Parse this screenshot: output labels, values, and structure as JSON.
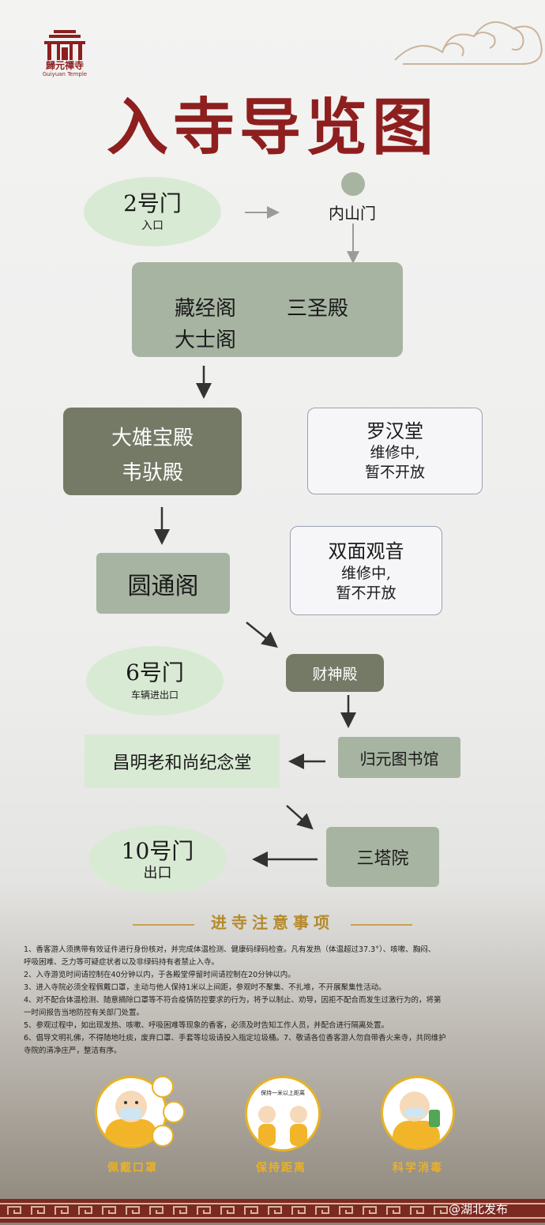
{
  "logo": {
    "cn": "歸元禪寺",
    "en": "Guiyuan Temple"
  },
  "title": "入寺导览图",
  "gates": {
    "gate2_main": "2号门",
    "gate2_sub": "入口",
    "gate6_main": "6号门",
    "gate6_sub": "车辆进出口",
    "gate10_main": "10号门",
    "gate10_sub": "出口"
  },
  "nodes": {
    "inner_gate": "内山门",
    "box1_a": "藏经阁",
    "box1_b": "三圣殿",
    "box1_c": "大士阁",
    "box2_a": "大雄宝殿",
    "box2_b": "韦驮殿",
    "luohan_title": "罗汉堂",
    "luohan_l1": "维修中,",
    "luohan_l2": "暂不开放",
    "yuantong": "圆通阁",
    "guanyin_title": "双面观音",
    "guanyin_l1": "维修中,",
    "guanyin_l2": "暂不开放",
    "caishen": "财神殿",
    "library": "归元图书馆",
    "memorial": "昌明老和尚纪念堂",
    "santa": "三塔院"
  },
  "notice": {
    "title": "进寺注意事项",
    "lines": [
      "1、香客游人须携带有效证件进行身份核对，并完成体温检测、健康码绿码检查。凡有发热（体温超过37.3°）、咳嗽、胸闷、",
      "呼吸困难、乏力等可疑症状者以及非绿码持有者禁止入寺。",
      "2、入寺游览时间请控制在40分钟以内，于各殿堂停留时间请控制在20分钟以内。",
      "3、进入寺院必须全程佩戴口罩，主动与他人保持1米以上间距，参观时不聚集、不扎堆，不开展聚集性活动。",
      "4、对不配合体温检测、随意摘除口罩等不符合疫情防控要求的行为，将予以制止、劝导，因拒不配合而发生过激行为的，将第",
      "一时间报告当地防控有关部门处置。",
      "5、参观过程中，如出现发热、咳嗽、呼吸困难等现象的香客，必须及时告知工作人员，并配合进行隔离处置。",
      "6、倡导文明礼佛，不得随地吐痰，废弃口罩、手套等垃圾请投入指定垃圾桶。7、敬请各位香客游人勿自带香火来寺，共同维护",
      "寺院的清净庄严，整洁有序。"
    ]
  },
  "badges": [
    {
      "label": "佩戴口罩",
      "icon": "mask-monk-icon"
    },
    {
      "label": "保持距离",
      "icon": "distance-monks-icon",
      "caption": "保持一米以上距离"
    },
    {
      "label": "科学消毒",
      "icon": "disinfect-monk-icon"
    }
  ],
  "watermark": "@湖北发布",
  "colors": {
    "title": "#8e1f1f",
    "oval": "#d9ead4",
    "light_box": "#a7b4a1",
    "dark_box": "#747a66",
    "gold": "#e8b12a"
  }
}
